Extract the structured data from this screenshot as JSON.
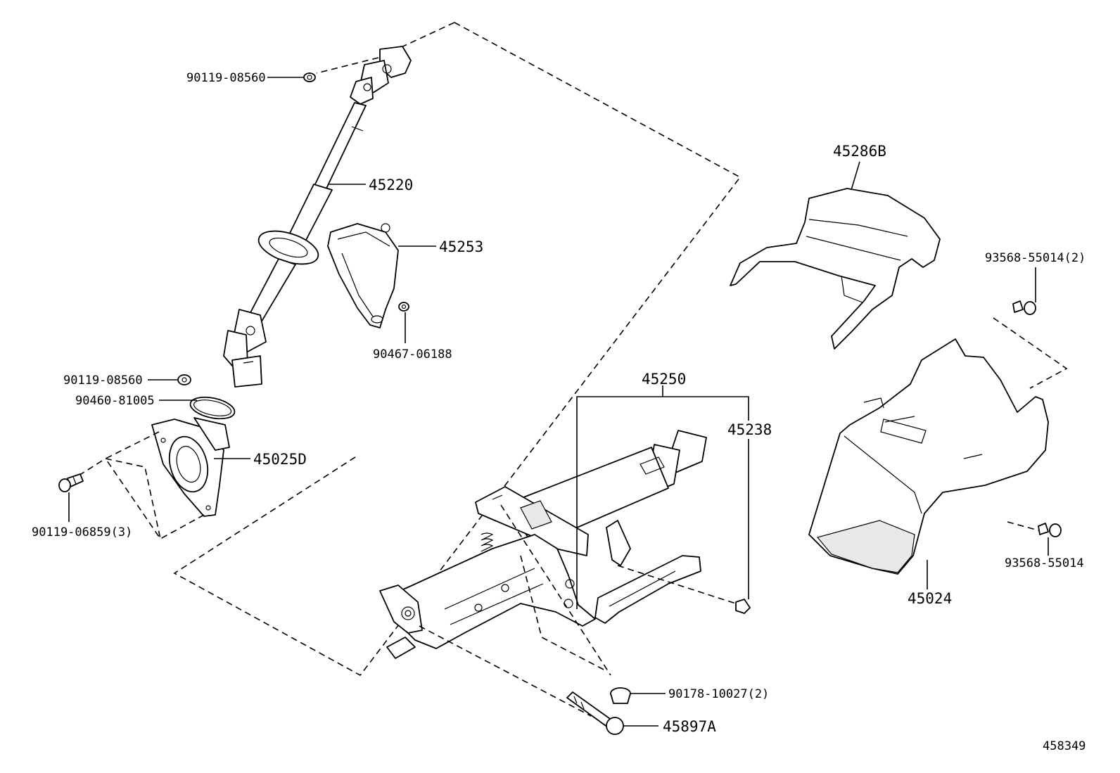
{
  "diagram_id": "458349",
  "labels": {
    "p90119_08560_top": "90119-08560",
    "p45220": "45220",
    "p45253": "45253",
    "p90467_06188": "90467-06188",
    "p90119_08560_bottom": "90119-08560",
    "p90460_81005": "90460-81005",
    "p45025D": "45025D",
    "p90119_06859": "90119-06859(3)",
    "p45250": "45250",
    "p45238": "45238",
    "p45286B": "45286B",
    "p93568_55014_2": "93568-55014(2)",
    "p93568_55014": "93568-55014",
    "p45024": "45024",
    "p90178_10027": "90178-10027(2)",
    "p45897A": "45897A"
  }
}
